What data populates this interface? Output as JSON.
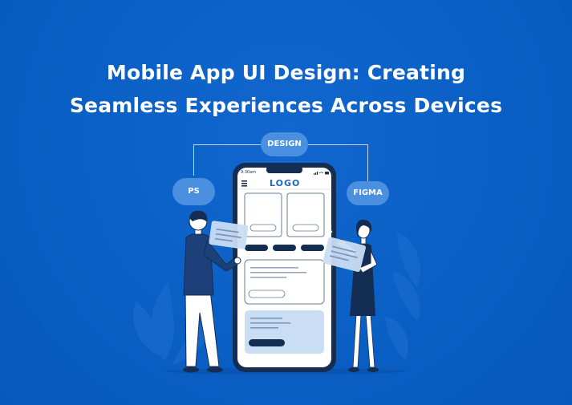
{
  "title": {
    "line1": "Mobile App UI Design: Creating",
    "line2": "Seamless Experiences Across Devices"
  },
  "tags": {
    "design": "DESIGN",
    "ps": "PS",
    "figma": "FIGMA"
  },
  "phone": {
    "status_time": "9:30am",
    "logo": "LOGO"
  },
  "colors": {
    "background": "#0a5fc4",
    "pill": "#4a8fe0",
    "phone_frame": "#132e52",
    "accent": "#1f68c2",
    "card_light": "#c9ddf4"
  },
  "icons": [
    "menu-icon",
    "signal-icon",
    "wifi-icon",
    "battery-icon"
  ]
}
